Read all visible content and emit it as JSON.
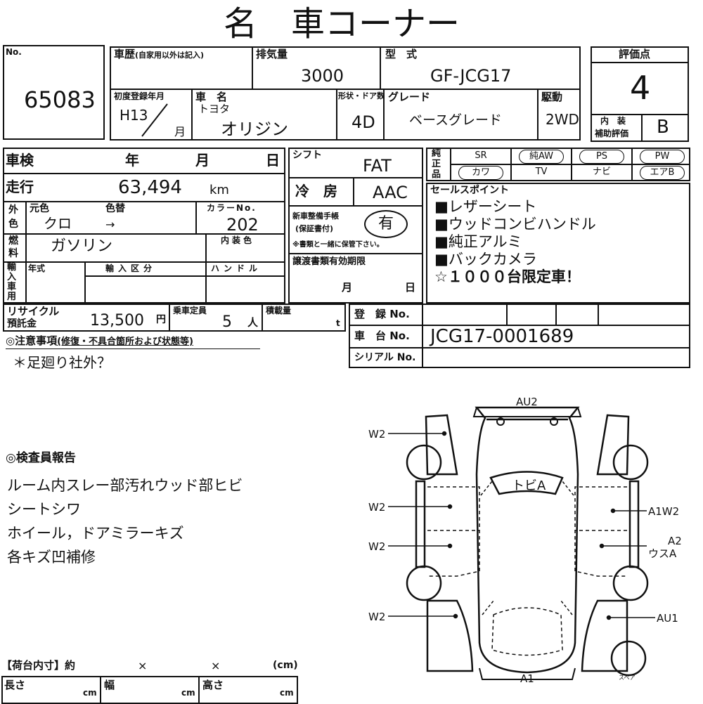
{
  "header": {
    "title": "名　車コーナー"
  },
  "card": {
    "no_label": "No.",
    "no_value": "65083",
    "history_label": "車歴",
    "history_note": "(自家用以外は記入)",
    "displacement_label": "排気量",
    "displacement_value": "3000",
    "model_label": "型　式",
    "model_value": "GF-JCG17",
    "first_reg_label": "初度登録年月",
    "first_reg_year": "H13",
    "first_reg_month": "月",
    "car_name_label": "車　名",
    "maker": "トヨタ",
    "car_name": "オリジン",
    "shape_label": "形状・ドア数",
    "shape_value": "4D",
    "grade_label": "グレード",
    "grade_value": "ベースグレード",
    "drive_label": "駆動",
    "drive_value": "2WD",
    "score_label": "評価点",
    "score_value": "4",
    "interior_label_1": "内　装",
    "interior_label_2": "補助評価",
    "interior_value": "B",
    "inspection_label": "車検",
    "year": "年",
    "month": "月",
    "day": "日",
    "mileage_label": "走行",
    "mileage_value": "63,494",
    "mileage_unit": "km",
    "color_outer_1": "外",
    "color_outer_2": "色",
    "orig_color_label": "元色",
    "repaint_label": "色替",
    "orig_color_value": "クロ",
    "repaint_value": "→",
    "color_no_label": "カラーNo.",
    "color_no_value": "202",
    "fuel_1": "燃",
    "fuel_2": "料",
    "fuel_value": "ガソリン",
    "interior_color_label": "内装色",
    "import_v": [
      "輸",
      "入",
      "車",
      "用"
    ],
    "model_year_label": "年式",
    "import_cat_label": "輸入区分",
    "handle_label": "ハンドル",
    "shift_label": "シフト",
    "shift_value": "FAT",
    "ac_label": "冷　房",
    "ac_value": "AAC",
    "manual_label_1": "新車整備手帳",
    "manual_label_2": "(保証書付)",
    "manual_value": "有",
    "manual_note": "※書類と一緒に保管下さい。",
    "doc_expiry_label": "譲渡書類有効期限",
    "doc_month": "月",
    "doc_day": "日",
    "equip_v": [
      "純",
      "正",
      "品"
    ],
    "equip": [
      [
        "SR",
        "純AW",
        "PS",
        "PW"
      ],
      [
        "カワ",
        "TV",
        "ナビ",
        "エアB"
      ]
    ],
    "equip_circled": [
      "純AW",
      "PS",
      "PW",
      "カワ",
      "エアB"
    ],
    "sales_label": "セールスポイント",
    "sales_points": [
      "■レザーシート",
      "■ウッドコンビハンドル",
      "■純正アルミ",
      "■バックカメラ",
      "☆１０００台限定車！"
    ],
    "recycle_label_1": "リサイクル",
    "recycle_label_2": "預託金",
    "recycle_value": "13,500",
    "recycle_unit": "円",
    "capacity_label": "乗車定員",
    "capacity_value": "5",
    "capacity_unit": "人",
    "load_label": "積載量",
    "load_unit": "t",
    "reg_no_label": "登　録 No.",
    "chassis_label": "車　台 No.",
    "chassis_value": "JCG17-0001689",
    "serial_label": "シリアル No.",
    "caution_label": "◎注意事項",
    "caution_note": "(修復・不具合箇所および状態等)",
    "caution_text": "＊足廻り社外？"
  },
  "report": {
    "title": "◎検査員報告",
    "lines": [
      "ルーム内スレー部汚れウッド部ヒビ",
      "シートシワ",
      "ホイール，ドアミラーキズ",
      "各キズ凹補修"
    ]
  },
  "diagram": {
    "labels": {
      "top": "AU2",
      "roof": "トビA",
      "left1": "W2",
      "left2": "W2",
      "left3": "W2",
      "left4": "W2",
      "right1": "A1W2",
      "right2a": "A2",
      "right2b": "ウスA",
      "right3": "AU1",
      "bottom": "A1",
      "spare": "スペア"
    }
  },
  "cargo": {
    "title": "【荷台内寸】約",
    "x1": "×",
    "x2": "×",
    "unit": "(cm)",
    "length": "長さ",
    "width": "幅",
    "height": "高さ",
    "cm": "cm"
  }
}
